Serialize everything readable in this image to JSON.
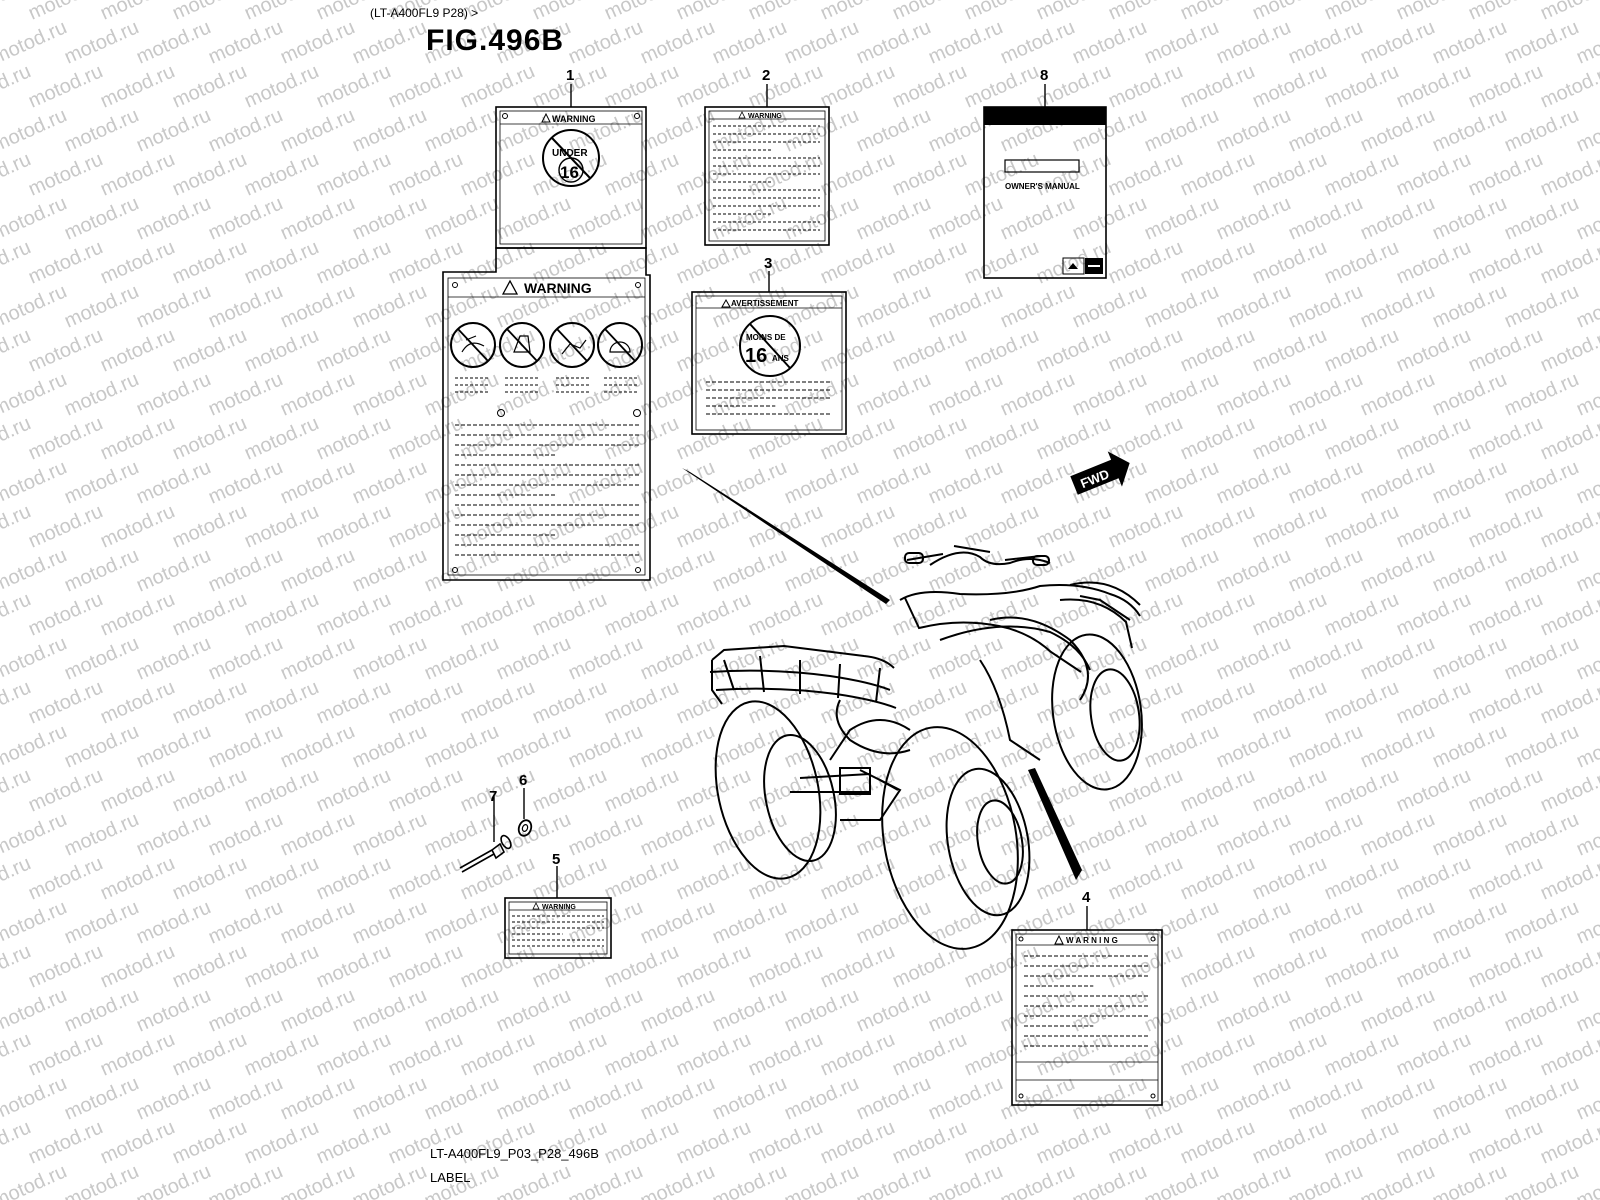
{
  "header": {
    "model_ref": "(LT-A400FL9 P28) >",
    "figure_title": "FIG.496B"
  },
  "callouts": [
    "1",
    "2",
    "3",
    "4",
    "5",
    "6",
    "7",
    "8"
  ],
  "labels": {
    "warning": "WARNING",
    "avertissement": "AVERTISSEMENT",
    "under": "UNDER",
    "under_age": "16",
    "moins_de": "MOINS DE",
    "ans": "ANS",
    "warning_spaced": "W A R N I N G",
    "owners_manual": "OWNER'S MANUAL",
    "fwd": "FWD"
  },
  "watermark": "motod.ru",
  "footer": {
    "drawing_code": "LT-A400FL9_P03_P28_496B",
    "caption": "LABEL"
  },
  "colors": {
    "line": "#000000",
    "watermark": "#c8c8c8",
    "background": "#ffffff"
  }
}
